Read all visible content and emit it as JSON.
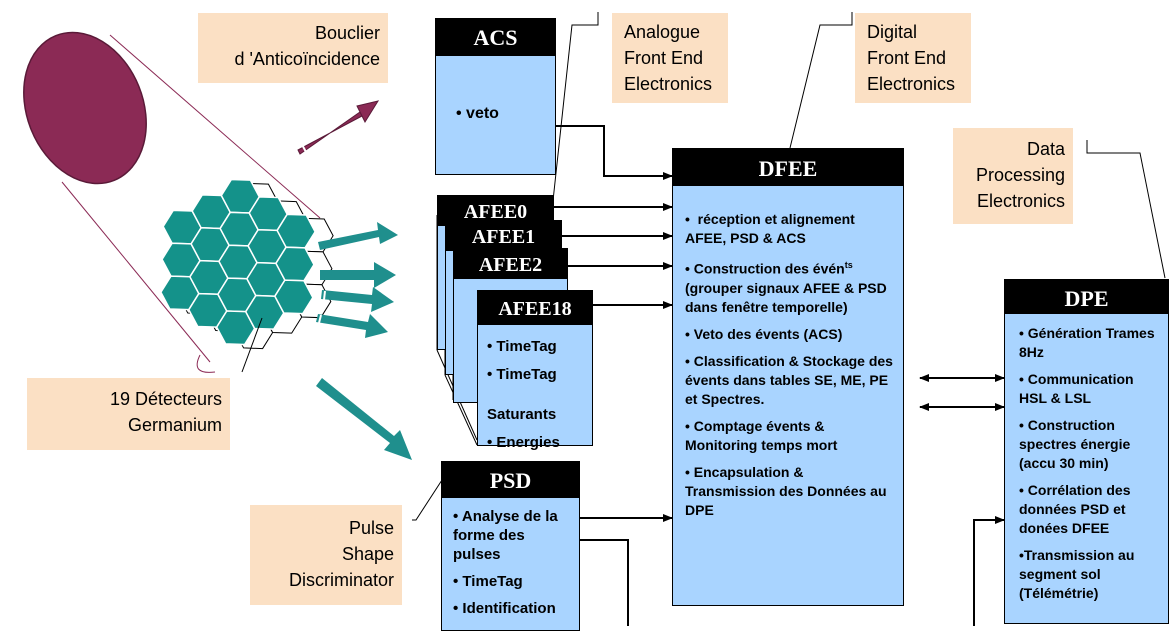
{
  "labels": {
    "bouclier": [
      "Bouclier",
      "d 'Anticoïncidence"
    ],
    "afe": [
      "Analogue",
      "Front End",
      "Electronics"
    ],
    "dfe": [
      "Digital",
      "Front End",
      "Electronics"
    ],
    "dpe_label": [
      "Data",
      "Processing",
      "Electronics"
    ],
    "detectors": [
      "19 Détecteurs",
      "Germanium"
    ],
    "psd_label": [
      "Pulse",
      "Shape",
      "Discriminator"
    ]
  },
  "acs": {
    "title": "ACS",
    "items": [
      "• veto"
    ]
  },
  "afee": {
    "stack_titles": [
      "AFEE0",
      "AFEE1",
      "AFEE2"
    ],
    "front_title": "AFEE18",
    "items": [
      "• TimeTag",
      "• TimeTag      Saturants",
      "• Energies"
    ]
  },
  "psd": {
    "title": "PSD",
    "items": [
      "• Analyse de la forme des pulses",
      "• TimeTag",
      "• Identification"
    ]
  },
  "dfee": {
    "title": "DFEE",
    "items": [
      "•  réception et alignement AFEE, PSD & ACS",
      "• Construction des évén",
      "• Veto des évents (ACS)",
      "• Classification & Stockage des évents dans tables SE, ME, PE et Spectres.",
      "• Comptage évents & Monitoring temps mort",
      "• Encapsulation & Transmission des Données au DPE"
    ],
    "item2_sup": "ts",
    "item2_rest": "(grouper signaux AFEE & PSD dans fenêtre temporelle)"
  },
  "dpe": {
    "title": "DPE",
    "items": [
      "• Génération Trames 8Hz",
      "• Communication HSL & LSL",
      "• Construction spectres énergie (accu 30 min)",
      "• Corrélation des données PSD et donées DFEE",
      "•Transmission au segment sol (Télémétrie)"
    ]
  },
  "colors": {
    "box_fill": "#a9d4ff",
    "label_fill": "#fbe0c4",
    "header_fill": "#000000",
    "detector_hex": "#14928a",
    "arrow_teal": "#1f8f8d",
    "arrow_purple": "#8b2a55",
    "shield_ellipse": "#8b2a55"
  }
}
